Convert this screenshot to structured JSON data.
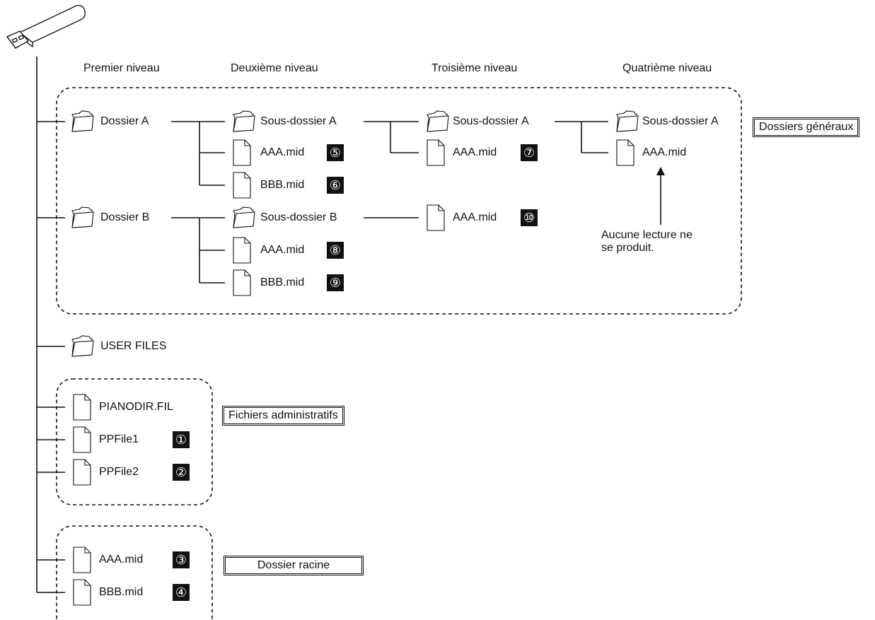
{
  "levels": {
    "l1": "Premier niveau",
    "l2": "Deuxième niveau",
    "l3": "Troisième niveau",
    "l4": "Quatrième niveau"
  },
  "folders": {
    "dossier_a": "Dossier A",
    "dossier_b": "Dossier B",
    "sub_a_l2": "Sous-dossier A",
    "sub_a_l3": "Sous-dossier A",
    "sub_a_l4": "Sous-dossier A",
    "sub_b_l2": "Sous-dossier B",
    "user_files": "USER FILES"
  },
  "files": {
    "a_aaa": "AAA.mid",
    "a_bbb": "BBB.mid",
    "a3_aaa": "AAA.mid",
    "a4_aaa": "AAA.mid",
    "b_aaa": "AAA.mid",
    "b_bbb": "BBB.mid",
    "b3_aaa": "AAA.mid",
    "pianodir": "PIANODIR.FIL",
    "ppfile1": "PPFile1",
    "ppfile2": "PPFile2",
    "root_aaa": "AAA.mid",
    "root_bbb": "BBB.mid"
  },
  "badges": {
    "n1": "①",
    "n2": "②",
    "n3": "③",
    "n4": "④",
    "n5": "⑤",
    "n6": "⑥",
    "n7": "⑦",
    "n8": "⑧",
    "n9": "⑨",
    "n10": "⑩"
  },
  "notes": {
    "no_playback_line1": "Aucune lecture ne",
    "no_playback_line2": "se produit."
  },
  "group_labels": {
    "general": "Dossiers généraux",
    "admin": "Fichiers administratifs",
    "root": "Dossier racine"
  },
  "icons": {
    "usb": "usb-drive-icon",
    "folder": "folder-icon",
    "file": "file-icon",
    "arrow": "arrow-up-icon"
  }
}
